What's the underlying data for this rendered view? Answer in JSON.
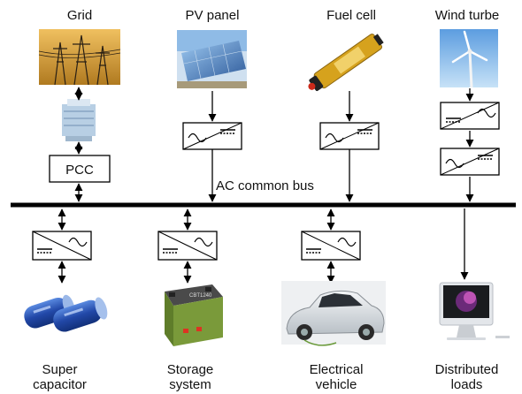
{
  "sources": [
    {
      "id": "grid",
      "label": "Grid"
    },
    {
      "id": "pv",
      "label": "PV panel"
    },
    {
      "id": "fuelcell",
      "label": "Fuel cell"
    },
    {
      "id": "wind",
      "label": "Wind turbe"
    }
  ],
  "bus": {
    "label": "AC common bus",
    "pcc_label": "PCC"
  },
  "loads": [
    {
      "id": "supercap",
      "label": "Super capacitor"
    },
    {
      "id": "storage",
      "label": "Storage system"
    },
    {
      "id": "ev",
      "label": "Electrical vehicle"
    },
    {
      "id": "distributed",
      "label": "Distributed loads"
    }
  ],
  "battery_label": "CBT1240",
  "colors": {
    "line": "#000000",
    "sky": "#e8b04a",
    "pv_blue": "#3f6fb5",
    "cap_blue": "#2f5fb8",
    "battery_green": "#7a9a3a",
    "car_silver": "#d8dde2"
  }
}
